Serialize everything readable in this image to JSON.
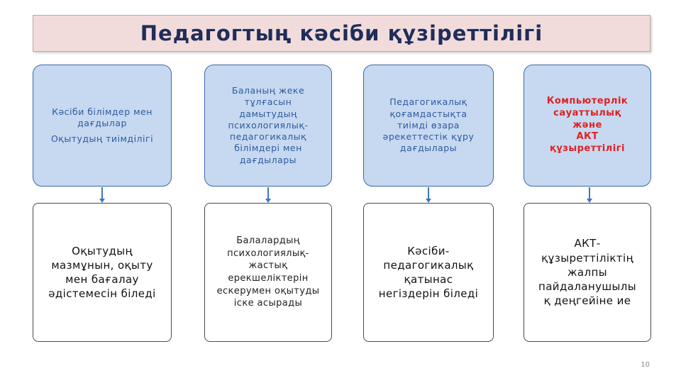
{
  "title": "Педагогтың кәсіби құзіреттілігі",
  "columns": [
    {
      "top_lines": [
        "Кәсіби білімдер мен дағдылар",
        "Оқытудың тиімділігі"
      ],
      "top_style": "normal",
      "bottom_lines": [
        "Оқытудың",
        "мазмұнын, оқыту",
        "мен бағалау",
        "әдістемесін біледі"
      ],
      "bottom_style": "large"
    },
    {
      "top_lines": [
        "Баланың  жеке",
        "тұлғасын",
        "дамытудың",
        "психологиялық-",
        "педагогикалық",
        "білімдері мен",
        "дағдылары"
      ],
      "top_style": "normal",
      "bottom_lines": [
        "Балалардың",
        "психологиялық-",
        "жастық",
        "ерекшеліктерін",
        "ескерумен оқытуды",
        "іске асырады"
      ],
      "bottom_style": "small"
    },
    {
      "top_lines": [
        "Педагогикалық",
        "қоғамдастықта",
        "тиімді өзара",
        "әрекеттестік құру",
        "дағдылары"
      ],
      "top_style": "normal",
      "bottom_lines": [
        "Кәсіби-",
        "педагогикалық",
        "қатынас",
        "негіздерін біледі"
      ],
      "bottom_style": "large"
    },
    {
      "top_lines": [
        "Компьютерлік",
        "сауаттылық",
        "және",
        "АКТ",
        "құзыреттілігі"
      ],
      "top_style": "red",
      "bottom_lines": [
        "АКТ-",
        "құзыреттіліктің",
        "жалпы",
        "пайдаланушылы",
        "қ деңгейіне ие"
      ],
      "bottom_style": "large"
    }
  ],
  "page_number": "10",
  "colors": {
    "title_bg": "#f2dcdb",
    "title_text": "#1f2d5a",
    "top_box_bg": "#c6d9f1",
    "top_box_text": "#2e5a9c",
    "highlight_text": "#e02020",
    "arrow": "#3a78c2"
  }
}
